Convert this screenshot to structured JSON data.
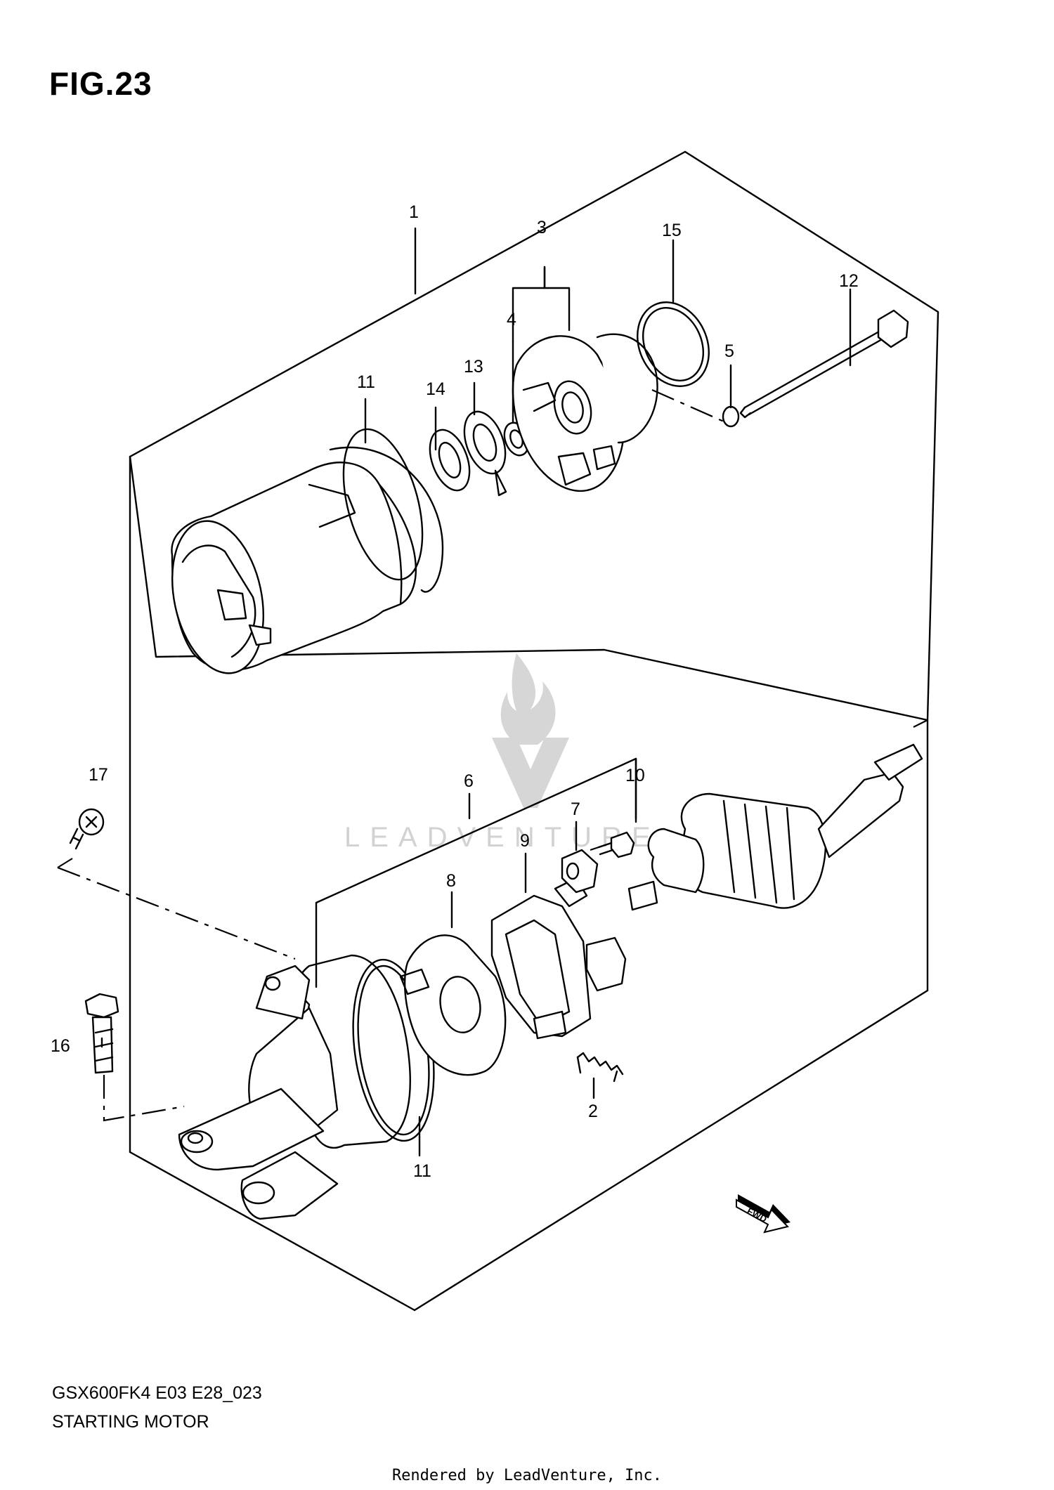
{
  "figure": {
    "title": "FIG.23",
    "model_code": "GSX600FK4 E03 E28_023",
    "caption": "STARTING MOTOR",
    "render_credit": "Rendered by LeadVenture, Inc."
  },
  "watermark": {
    "text": "LEADVENTURE"
  },
  "fwd_badge": {
    "label": "FWD"
  },
  "callouts": [
    "1",
    "2",
    "3",
    "4",
    "5",
    "6",
    "7",
    "8",
    "9",
    "10",
    "11",
    "11",
    "12",
    "13",
    "14",
    "15",
    "16",
    "17"
  ]
}
